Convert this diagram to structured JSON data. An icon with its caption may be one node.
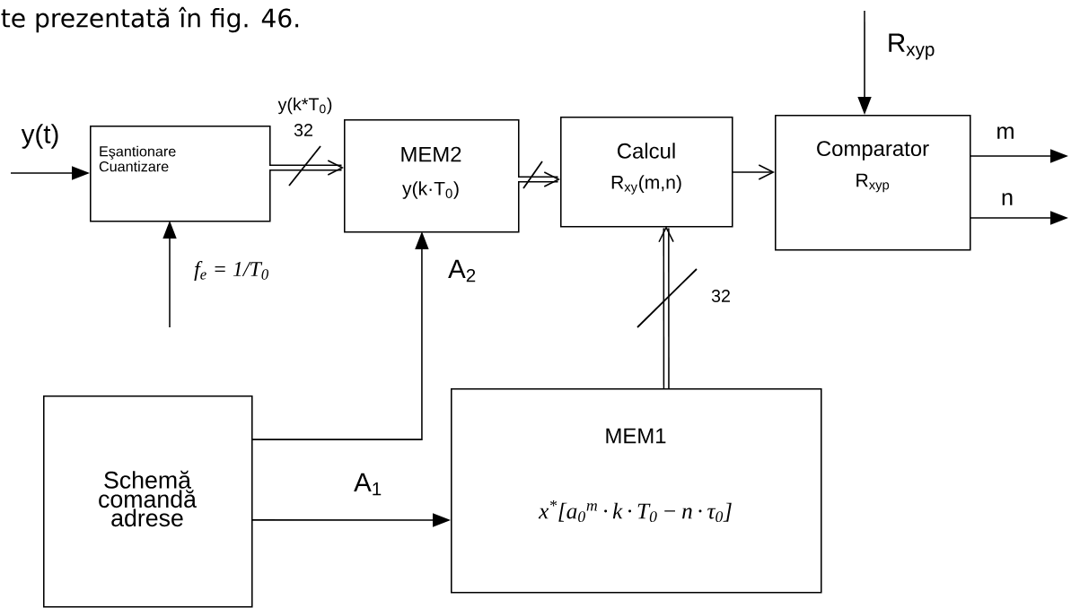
{
  "diagram": {
    "nodes": [
      {
        "text": [
          "Eşantionare Cuantizare"
        ]
      },
      {
        "text": [
          "MEM2",
          "y(k·T$_{0}$)"
        ]
      },
      {
        "text": [
          "Calcul",
          "R$_{xy}$(m,n)"
        ]
      },
      {
        "text": [
          "Comparator",
          "R$_{xyp}$"
        ]
      },
      {
        "text": [
          "Schemă comandă adrese"
        ]
      },
      {
        "text": [
          "MEM1",
          "x$^{*}$[a$_{0}$$^{m}$ · k · T$_{0}$ − n · τ$_{0}$]"
        ]
      }
    ],
    "edges": [
      {
        "from": null,
        "to": 0,
        "arrow": "to",
        "label": "y(t)"
      },
      {
        "from": 0,
        "to": 1,
        "arrow": "to",
        "label": "y(k*T$_{0}$)",
        "style": "thick"
      },
      {
        "from": 1,
        "to": 2,
        "arrow": "to",
        "style": "thick"
      },
      {
        "from": 2,
        "to": 3,
        "arrow": "to"
      },
      {
        "from": null,
        "to": 3,
        "arrow": "to",
        "label": "R$_{xyp}$"
      },
      {
        "from": 3,
        "to": null,
        "arrow": "to",
        "label": "m"
      },
      {
        "from": 3,
        "to": null,
        "arrow": "to",
        "label": "n"
      },
      {
        "from": null,
        "to": 0,
        "arrow": "to",
        "label": "f$_{e}$ = 1/T$_{0}$"
      },
      {
        "from": 4,
        "to": 1,
        "arrow": "to",
        "label": "A$_{2}$"
      },
      {
        "from": 4,
        "to": 5,
        "arrow": "to",
        "label": "A$_{1}$"
      },
      {
        "from": 5,
        "to": 2,
        "arrow": "to",
        "style": "thick"
      }
    ],
    "labels": [
      "te prezentată în fig. 46.",
      "32",
      "32"
    ]
  }
}
